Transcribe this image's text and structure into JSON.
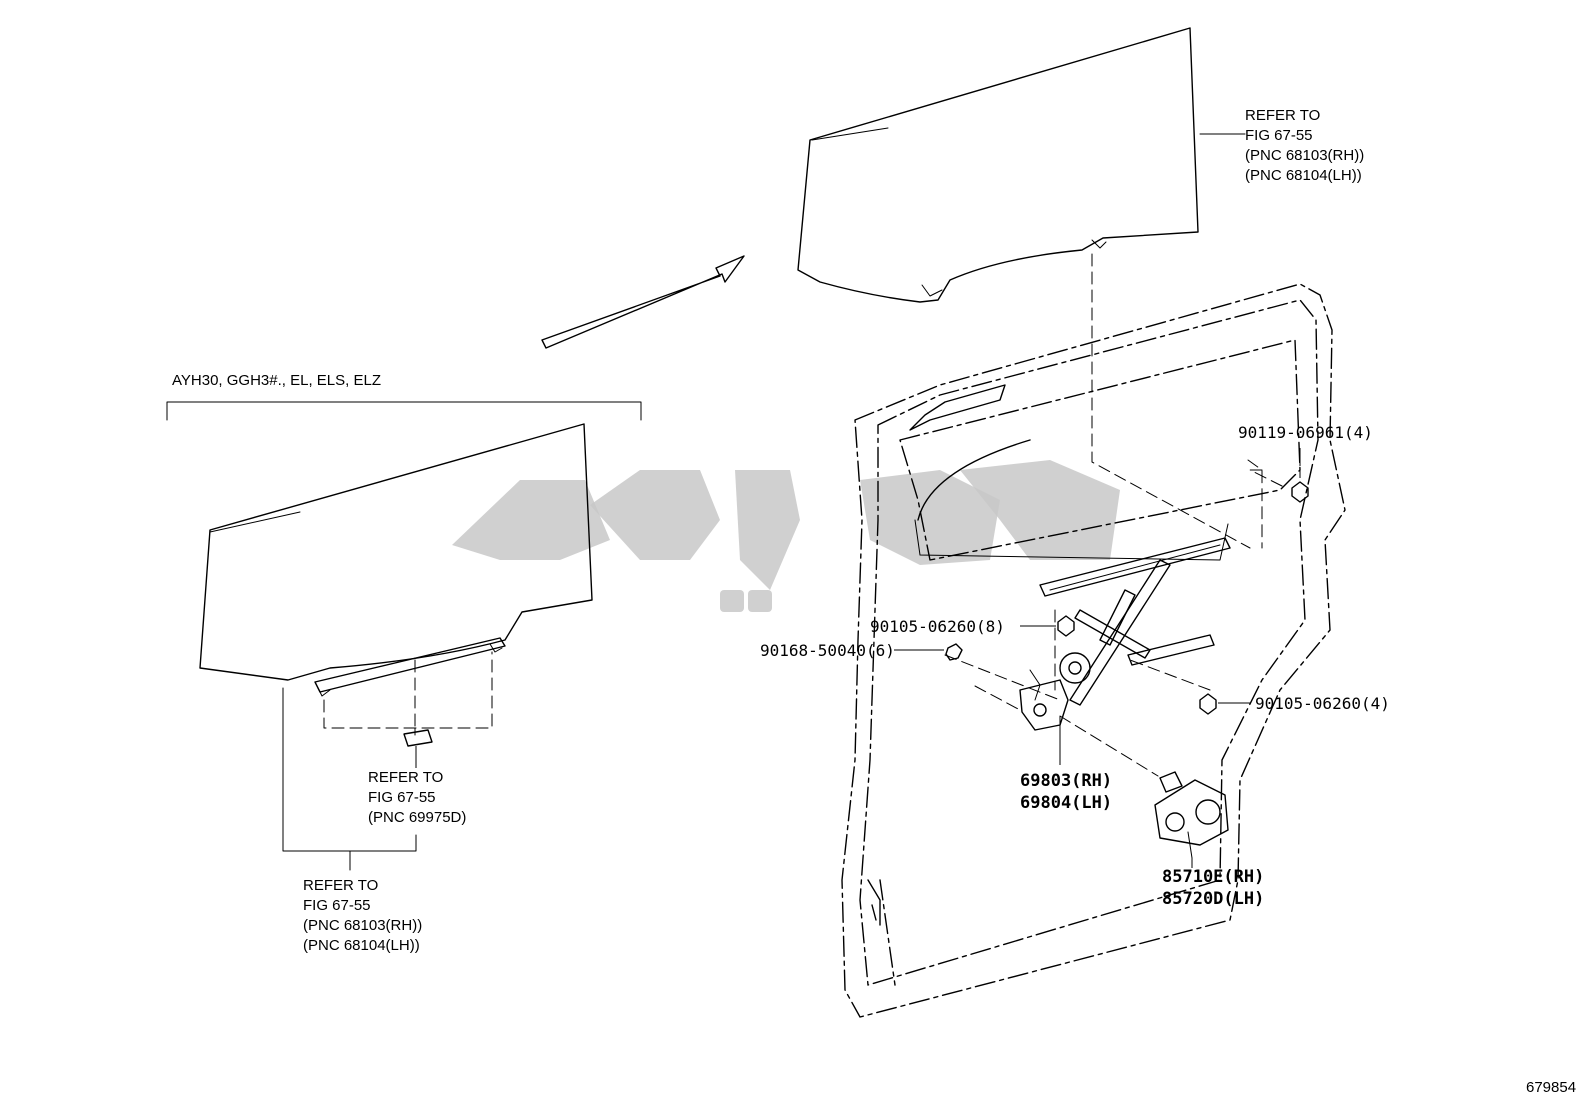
{
  "group_label": "AYH30, GGH3#., EL, ELS, ELZ",
  "refs": {
    "top_right": [
      "REFER TO",
      "FIG 67-55",
      "(PNC 68103(RH))",
      "(PNC 68104(LH))"
    ],
    "left_channel": [
      "REFER TO",
      "FIG 67-55",
      "(PNC 69975D)"
    ],
    "left_glass": [
      "REFER TO",
      "FIG 67-55",
      "(PNC 68103(RH))",
      "(PNC 68104(LH))"
    ]
  },
  "parts": {
    "bolt_top": "90119-06961(4)",
    "bolt_mid": "90105-06260(8)",
    "screw_left": "90168-50040(6)",
    "bolt_right": "90105-06260(4)",
    "regulator_rh": "69803(RH)",
    "regulator_lh": "69804(LH)",
    "motor_rh": "85710E(RH)",
    "motor_lh": "85720D(LH)"
  },
  "figure_number": "679854"
}
